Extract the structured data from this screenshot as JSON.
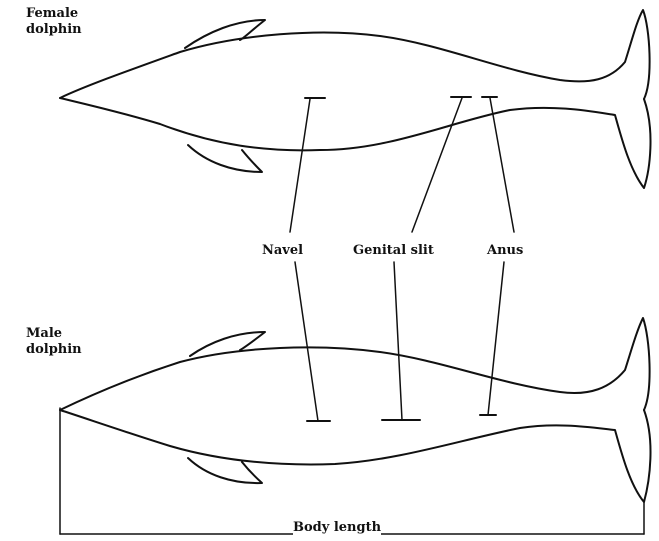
{
  "figure": {
    "female_label_line1": "Female",
    "female_label_line2": "dolphin",
    "male_label_line1": "Male",
    "male_label_line2": "dolphin",
    "navel_label": "Navel",
    "genital_slit_label": "Genital slit",
    "anus_label": "Anus",
    "body_length_label": "Body length"
  },
  "colors": {
    "ink": "#111111",
    "background": "#ffffff"
  }
}
